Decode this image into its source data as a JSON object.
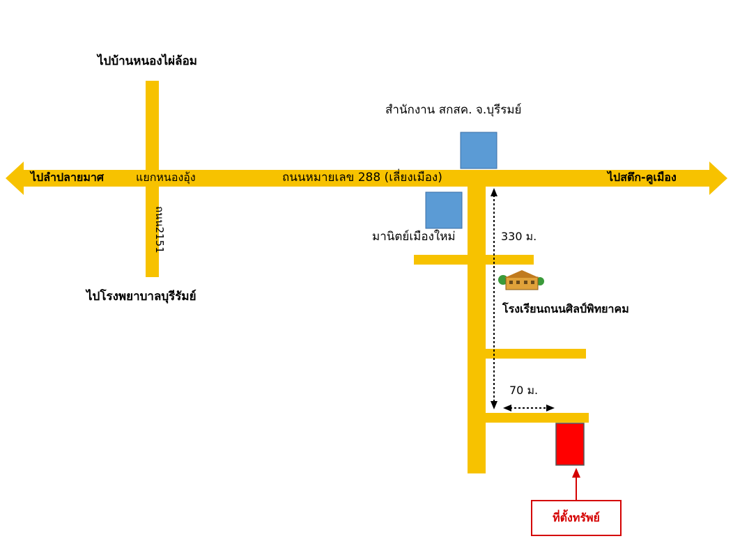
{
  "map": {
    "labels": {
      "to_nong_phai_lom": "ไปบ้านหนองไผ่ล้อม",
      "to_lam_plai_mat": "ไปลำปลายมาศ",
      "nong_ung_junction": "แยกหนองอุ้ง",
      "highway_288": "ถนนหมายเลข 288 (เลี่ยงเมือง)",
      "to_satuek_khu_mueang": "ไปสตึก-คูเมือง",
      "road_2151": "ถนน2151",
      "to_buriram_hospital": "ไปโรงพยาบาลบุรีรัมย์",
      "sakosok_office": "สำนักงาน สกสค. จ.บุรีรมย์",
      "manit_mueang_mai": "มานิตย์เมืองใหม่",
      "school": "โรงเรียนถนนศิลป์พิทยาคม",
      "distance_330": "330 ม.",
      "distance_70": "70 ม.",
      "asset_location": "ที่ตั้งทรัพย์"
    },
    "colors": {
      "road": "#f7c200",
      "building": "#5b9bd5",
      "building_border": "#3a6ea5",
      "asset": "#ff0000",
      "asset_label": "#d40000"
    }
  }
}
